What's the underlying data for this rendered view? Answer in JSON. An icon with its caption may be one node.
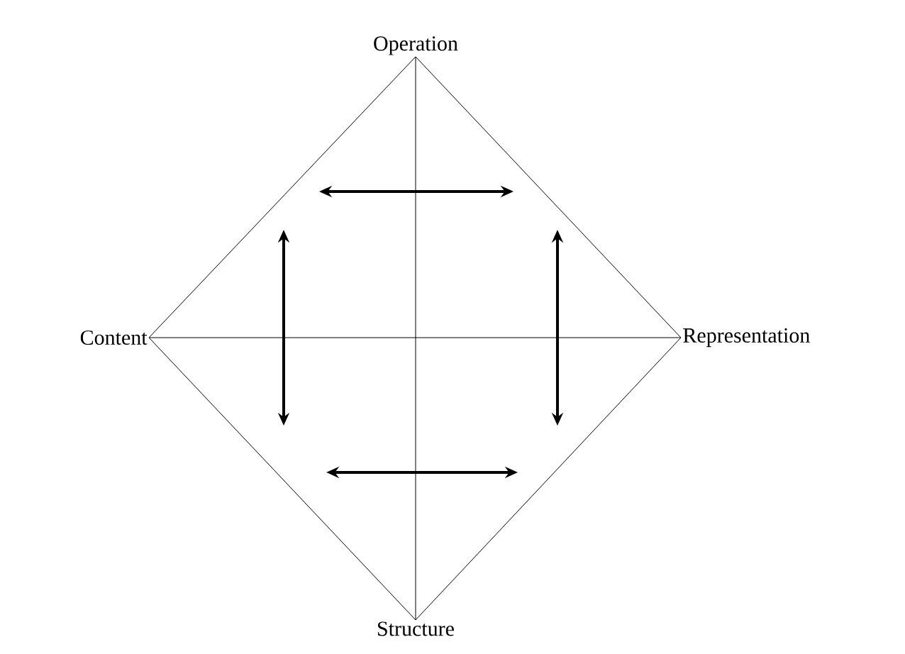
{
  "diagram": {
    "nodes": [
      {
        "text": [
          "Operation"
        ]
      },
      {
        "text": [
          "Content"
        ]
      },
      {
        "text": [
          "Representation"
        ]
      },
      {
        "text": [
          "Structure"
        ]
      }
    ],
    "edges": [
      {
        "from": 0,
        "to": 2,
        "arrow": "none"
      },
      {
        "from": 2,
        "to": 3,
        "arrow": "none"
      },
      {
        "from": 3,
        "to": 1,
        "arrow": "none"
      },
      {
        "from": 1,
        "to": 0,
        "arrow": "none"
      },
      {
        "from": 0,
        "to": 3,
        "arrow": "none"
      },
      {
        "from": 1,
        "to": 2,
        "arrow": "none"
      }
    ]
  }
}
